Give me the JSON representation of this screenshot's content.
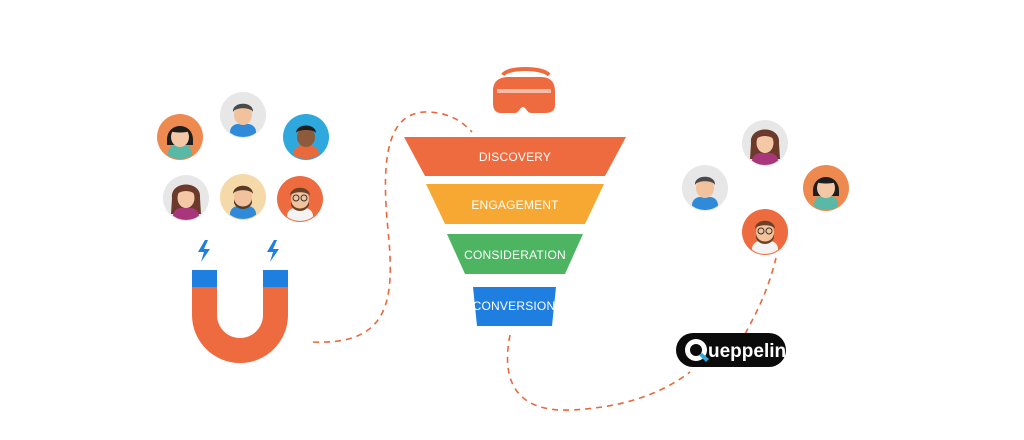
{
  "funnel": {
    "stages": [
      {
        "label": "DISCOVERY",
        "color": "#EE6B3F"
      },
      {
        "label": "ENGAGEMENT",
        "color": "#F7A833"
      },
      {
        "label": "CONSIDERATION",
        "color": "#4DB561"
      },
      {
        "label": "CONVERSION",
        "color": "#1F7FE0"
      }
    ]
  },
  "brand": {
    "logo_text": "ueppelin",
    "logo_letter": "Q"
  },
  "icons": {
    "magnet": "magnet-icon",
    "vr_headset": "vr-headset-icon",
    "lightning": "lightning-icon"
  },
  "colors": {
    "orange": "#EE6B3F",
    "yellow": "#F7A833",
    "green": "#4DB561",
    "blue": "#1F7FE0",
    "dashed_path": "#E8683E"
  }
}
